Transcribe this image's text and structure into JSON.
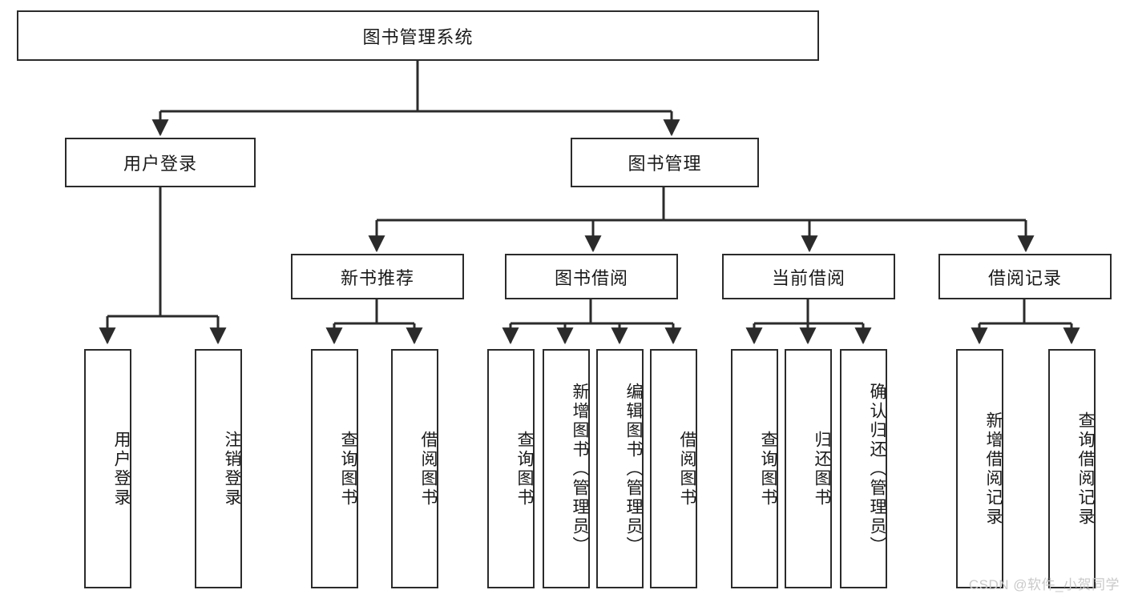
{
  "diagram": {
    "title": "图书管理系统",
    "type": "tree-hierarchy",
    "watermark": "CSDN @软件_小贺同学",
    "colors": {
      "box_border": "#2b2b2b",
      "box_fill": "#ffffff",
      "connector": "#2b2b2b",
      "text": "#1a1a1a",
      "watermark": "#c9c9c9"
    }
  },
  "nodes": {
    "root": {
      "label": "图书管理系统",
      "orientation": "horizontal"
    },
    "level1": [
      {
        "id": "user-login",
        "label": "用户登录",
        "orientation": "horizontal"
      },
      {
        "id": "book-manage",
        "label": "图书管理",
        "orientation": "horizontal"
      }
    ],
    "level2": [
      {
        "id": "new-book-rec",
        "label": "新书推荐",
        "orientation": "horizontal"
      },
      {
        "id": "book-borrow",
        "label": "图书借阅",
        "orientation": "horizontal"
      },
      {
        "id": "current-borrow",
        "label": "当前借阅",
        "orientation": "horizontal"
      },
      {
        "id": "borrow-record",
        "label": "借阅记录",
        "orientation": "horizontal"
      }
    ],
    "leaves": [
      {
        "id": "leaf-user-login",
        "label": "用户登录",
        "parent": "user-login",
        "orientation": "vertical"
      },
      {
        "id": "leaf-logout",
        "label": "注销登录",
        "parent": "user-login",
        "orientation": "vertical"
      },
      {
        "id": "leaf-query-book-1",
        "label": "查询图书",
        "parent": "new-book-rec",
        "orientation": "vertical"
      },
      {
        "id": "leaf-borrow-book-1",
        "label": "借阅图书",
        "parent": "new-book-rec",
        "orientation": "vertical"
      },
      {
        "id": "leaf-query-book-2",
        "label": "查询图书",
        "parent": "book-borrow",
        "orientation": "vertical"
      },
      {
        "id": "leaf-add-book",
        "label": "新增图书（管理员）",
        "parent": "book-borrow",
        "orientation": "vertical"
      },
      {
        "id": "leaf-edit-book",
        "label": "编辑图书（管理员）",
        "parent": "book-borrow",
        "orientation": "vertical"
      },
      {
        "id": "leaf-borrow-book-2",
        "label": "借阅图书",
        "parent": "book-borrow",
        "orientation": "vertical"
      },
      {
        "id": "leaf-query-book-3",
        "label": "查询图书",
        "parent": "current-borrow",
        "orientation": "vertical"
      },
      {
        "id": "leaf-return-book",
        "label": "归还图书",
        "parent": "current-borrow",
        "orientation": "vertical"
      },
      {
        "id": "leaf-confirm-return",
        "label": "确认归还（管理员）",
        "parent": "current-borrow",
        "orientation": "vertical"
      },
      {
        "id": "leaf-add-record",
        "label": "新增借阅记录",
        "parent": "borrow-record",
        "orientation": "vertical"
      },
      {
        "id": "leaf-query-record",
        "label": "查询借阅记录",
        "parent": "borrow-record",
        "orientation": "vertical"
      }
    ]
  }
}
